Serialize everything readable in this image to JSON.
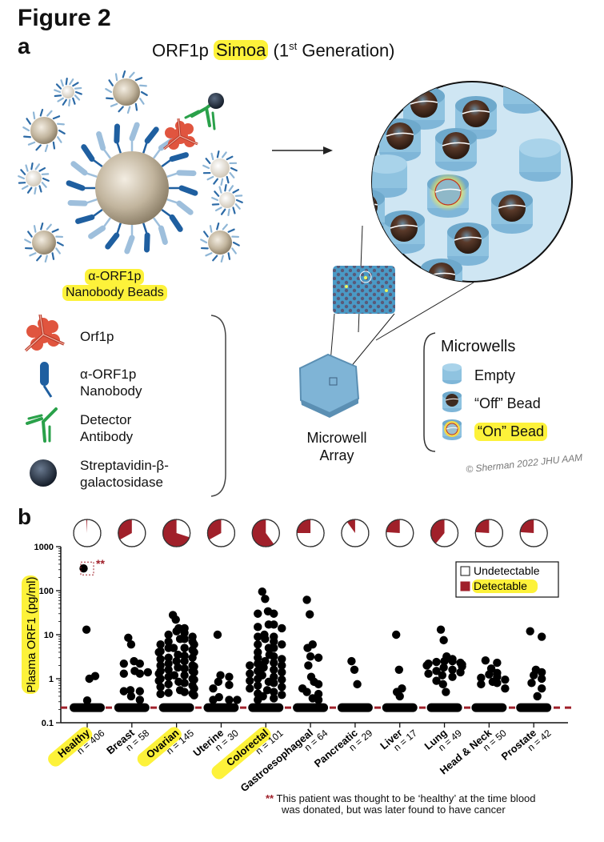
{
  "figure": {
    "title": "Figure 2",
    "panel_a_letter": "a",
    "panel_b_letter": "b"
  },
  "panel_a": {
    "subtitle_pre": "ORF1p",
    "subtitle_highlight": "Simoa",
    "subtitle_open": "(1",
    "subtitle_sup": "st",
    "subtitle_post": " Generation)",
    "beads_label_line1": "α-ORF1p",
    "beads_label_line2": "Nanobody Beads",
    "legend": [
      {
        "icon": "orf1p-protein-icon",
        "line1": "Orf1p",
        "line2": ""
      },
      {
        "icon": "nanobody-icon",
        "line1": "α-ORF1p",
        "line2": "Nanobody"
      },
      {
        "icon": "detector-antibody-icon",
        "line1": "Detector",
        "line2": "Antibody"
      },
      {
        "icon": "streptavidin-bead-icon",
        "line1": "Streptavidin-β-",
        "line2": "galactosidase"
      }
    ],
    "array_label_line1": "Microwell",
    "array_label_line2": "Array",
    "microwells": {
      "title": "Microwells",
      "items": [
        {
          "icon": "empty-well-icon",
          "label": "Empty",
          "highlight": false
        },
        {
          "icon": "off-bead-well-icon",
          "label": "“Off” Bead",
          "highlight": false
        },
        {
          "icon": "on-bead-well-icon",
          "label": "“On” Bead",
          "highlight": true
        }
      ]
    },
    "signature": "© Sherman 2022 JHU AAM",
    "colors": {
      "highlight": "#fdf23a",
      "orf1p": "#e0553f",
      "nanobody": "#1f5fa0",
      "antibody": "#2aa14a",
      "streptavidin": "#1e2a3a",
      "bead": "#b8ab94",
      "well": "#8fc3e0"
    }
  },
  "chart_data": {
    "type": "scatter",
    "subtype": "log-scale dot plot with pie charts",
    "ylabel": "Plasma ORF1 (pg/ml)",
    "ylabel_highlight": true,
    "yscale": "log",
    "ylim": [
      0.1,
      1000
    ],
    "yticks": [
      "0.1",
      "1",
      "10",
      "100",
      "1000"
    ],
    "detection_limit": 0.22,
    "detection_limit_color": "#a0202a",
    "legend": {
      "position": "top-right",
      "items": [
        {
          "label": "Undetectable",
          "color": "#ffffff",
          "highlight": false
        },
        {
          "label": "Detectable",
          "color": "#a0202a",
          "highlight": true
        }
      ]
    },
    "outlier_annotation": {
      "category": "Healthy",
      "value": 320,
      "marker": "**",
      "note": "This patient was thought to be ‘healthy’ at the time blood was donated, but was later found to have cancer"
    },
    "categories": [
      {
        "name": "Healthy",
        "n_label": "n = 406",
        "highlight": true,
        "detectable_fraction": 0.01,
        "values": [
          320,
          13,
          1.0,
          1.15,
          0.32
        ]
      },
      {
        "name": "Breast",
        "n_label": "n = 58",
        "highlight": false,
        "detectable_fraction": 0.33,
        "values": [
          8.5,
          6,
          2.5,
          2.2,
          2.2,
          1.5,
          1.3,
          1.3,
          1.4,
          0.55,
          0.52,
          0.52,
          0.4,
          0.33
        ]
      },
      {
        "name": "Ovarian",
        "n_label": "n = 145",
        "highlight": true,
        "detectable_fraction": 0.7,
        "values": [
          28,
          22,
          14,
          14,
          12,
          11,
          10,
          9,
          8,
          8,
          7,
          7,
          6,
          6,
          5,
          5,
          5,
          4.5,
          4.2,
          4,
          4,
          3.5,
          3.3,
          3,
          3,
          2.8,
          2.5,
          2.5,
          2.2,
          2,
          2,
          1.9,
          1.8,
          1.7,
          1.6,
          1.5,
          1.5,
          1.4,
          1.3,
          1.2,
          1.2,
          1.1,
          1,
          1,
          0.95,
          0.9,
          0.85,
          0.8,
          0.75,
          0.7,
          0.65,
          0.6,
          0.55,
          0.5,
          0.48,
          0.46,
          0.45,
          0.42
        ]
      },
      {
        "name": "Uterine",
        "n_label": "n = 30",
        "highlight": false,
        "detectable_fraction": 0.33,
        "values": [
          10,
          1.2,
          1.1,
          0.85,
          0.72,
          0.6,
          0.38,
          0.33,
          0.33,
          0.33
        ]
      },
      {
        "name": "Colorectal",
        "n_label": "n = 101",
        "highlight": true,
        "detectable_fraction": 0.6,
        "values": [
          95,
          65,
          34,
          30,
          30,
          17,
          17,
          15,
          14,
          10,
          9,
          9,
          8,
          7,
          6,
          6,
          5,
          5,
          4,
          3.5,
          3.2,
          3,
          2.8,
          2.5,
          2.3,
          2.2,
          2,
          2,
          1.8,
          1.6,
          1.5,
          1.4,
          1.3,
          1.2,
          1.1,
          1,
          0.95,
          0.9,
          0.85,
          0.8,
          0.7,
          0.65,
          0.6,
          0.55,
          0.5,
          0.46,
          0.43,
          0.4,
          0.36,
          0.33
        ]
      },
      {
        "name": "Gastroesophageal",
        "n_label": "n = 64",
        "highlight": false,
        "detectable_fraction": 0.25,
        "values": [
          62,
          29,
          6,
          5,
          3.2,
          3,
          2,
          1.1,
          0.85,
          0.75,
          0.6,
          0.5,
          0.45,
          0.36,
          0.33
        ]
      },
      {
        "name": "Pancreatic",
        "n_label": "n = 29",
        "highlight": false,
        "detectable_fraction": 0.1,
        "values": [
          2.5,
          1.6,
          0.75
        ]
      },
      {
        "name": "Liver",
        "n_label": "n = 17",
        "highlight": false,
        "detectable_fraction": 0.24,
        "values": [
          10,
          1.6,
          0.6,
          0.5,
          0.4
        ]
      },
      {
        "name": "Lung",
        "n_label": "n = 49",
        "highlight": false,
        "detectable_fraction": 0.39,
        "values": [
          13,
          7.5,
          3.2,
          2.8,
          2.5,
          2.5,
          2.4,
          2.3,
          2.2,
          2.1,
          2,
          1.9,
          1.8,
          1.6,
          1.5,
          1.4,
          1.3,
          1.2,
          1.1,
          0.9,
          0.75,
          0.5
        ]
      },
      {
        "name": "Head & Neck",
        "n_label": "n = 50",
        "highlight": false,
        "detectable_fraction": 0.24,
        "values": [
          2.6,
          2.3,
          1.7,
          1.35,
          1.25,
          1.1,
          1.05,
          0.95,
          0.85,
          0.8,
          0.75,
          0.6
        ]
      },
      {
        "name": "Prostate",
        "n_label": "n = 42",
        "highlight": false,
        "detectable_fraction": 0.24,
        "values": [
          12,
          9,
          1.6,
          1.4,
          1.2,
          1,
          0.8,
          0.6,
          0.4
        ]
      }
    ]
  },
  "footnote": {
    "marker": "**",
    "line1": "This patient was thought to be ‘healthy’ at the time blood",
    "line2": "was donated, but was later found to have cancer"
  }
}
